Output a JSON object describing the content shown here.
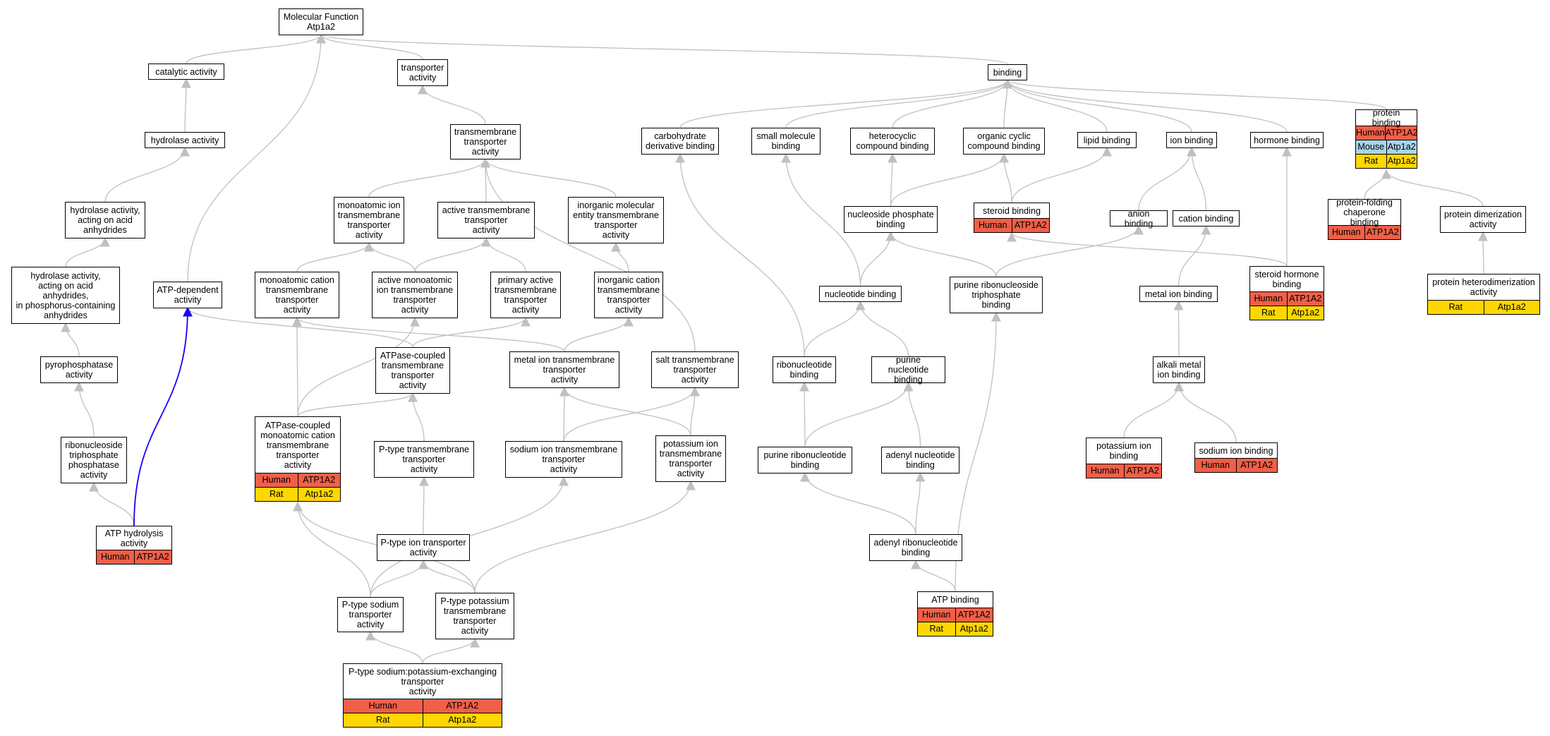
{
  "colors": {
    "edge": "#c0c0c0",
    "highlight_edge": "#1400ff",
    "human": "#f15f48",
    "mouse": "#a7d5ea",
    "rat": "#ffd700"
  },
  "nodes": {
    "mf": {
      "label": "Molecular Function\nAtp1a2"
    },
    "cat": {
      "label": "catalytic activity"
    },
    "tra": {
      "label": "transporter\nactivity"
    },
    "bin": {
      "label": "binding"
    },
    "hyd": {
      "label": "hydrolase activity"
    },
    "tmt": {
      "label": "transmembrane\ntransporter\nactivity"
    },
    "cdb": {
      "label": "carbohydrate\nderivative binding"
    },
    "smb": {
      "label": "small molecule\nbinding"
    },
    "hcb": {
      "label": "heterocyclic\ncompound binding"
    },
    "ocb": {
      "label": "organic cyclic\ncompound binding"
    },
    "lib": {
      "label": "lipid binding"
    },
    "ionb": {
      "label": "ion binding"
    },
    "horb": {
      "label": "hormone binding"
    },
    "prb": {
      "label": "protein binding",
      "rows": [
        {
          "sp": "Human",
          "gene": "ATP1A2"
        },
        {
          "sp": "Mouse",
          "gene": "Atp1a2"
        },
        {
          "sp": "Rat",
          "gene": "Atp1a2"
        }
      ]
    },
    "haa": {
      "label": "hydrolase activity,\nacting on acid\nanhydrides"
    },
    "mitt": {
      "label": "monoatomic ion\ntransmembrane\ntransporter\nactivity"
    },
    "att": {
      "label": "active transmembrane\ntransporter\nactivity"
    },
    "imett": {
      "label": "inorganic molecular\nentity transmembrane\ntransporter\nactivity"
    },
    "npb": {
      "label": "nucleoside phosphate\nbinding"
    },
    "stb": {
      "label": "steroid binding",
      "rows": [
        {
          "sp": "Human",
          "gene": "ATP1A2"
        }
      ]
    },
    "anb": {
      "label": "anion binding"
    },
    "cab": {
      "label": "cation binding"
    },
    "pfcb": {
      "label": "protein-folding\nchaperone binding",
      "rows": [
        {
          "sp": "Human",
          "gene": "ATP1A2"
        }
      ]
    },
    "pda": {
      "label": "protein dimerization\nactivity"
    },
    "haap": {
      "label": "hydrolase activity,\nacting on acid\nanhydrides,\nin phosphorus-containing\nanhydrides"
    },
    "atpd": {
      "label": "ATP-dependent\nactivity"
    },
    "mctt": {
      "label": "monoatomic cation\ntransmembrane\ntransporter\nactivity"
    },
    "amitt": {
      "label": "active monoatomic\nion transmembrane\ntransporter\nactivity"
    },
    "patt": {
      "label": "primary active\ntransmembrane\ntransporter\nactivity"
    },
    "ictt": {
      "label": "inorganic cation\ntransmembrane\ntransporter\nactivity"
    },
    "nub": {
      "label": "nucleotide binding"
    },
    "prtb": {
      "label": "purine ribonucleoside\ntriphosphate\nbinding"
    },
    "shb": {
      "label": "steroid hormone\nbinding",
      "rows": [
        {
          "sp": "Human",
          "gene": "ATP1A2"
        },
        {
          "sp": "Rat",
          "gene": "Atp1a2"
        }
      ]
    },
    "mib": {
      "label": "metal ion binding"
    },
    "phda": {
      "label": "protein heterodimerization\nactivity",
      "rows": [
        {
          "sp": "Rat",
          "gene": "Atp1a2"
        }
      ]
    },
    "ppa": {
      "label": "pyrophosphatase\nactivity"
    },
    "acmc": {
      "label": "ATPase-coupled\ntransmembrane\ntransporter\nactivity"
    },
    "mitt2": {
      "label": "metal ion transmembrane\ntransporter\nactivity"
    },
    "salt": {
      "label": "salt transmembrane\ntransporter\nactivity"
    },
    "rib": {
      "label": "ribonucleotide\nbinding"
    },
    "pnb": {
      "label": "purine nucleotide\nbinding"
    },
    "amb": {
      "label": "alkali metal\nion binding"
    },
    "rtpa": {
      "label": "ribonucleoside\ntriphosphate\nphosphatase\nactivity"
    },
    "acmct": {
      "label": "ATPase-coupled\nmonoatomic cation\ntransmembrane\ntransporter\nactivity",
      "rows": [
        {
          "sp": "Human",
          "gene": "ATP1A2"
        },
        {
          "sp": "Rat",
          "gene": "Atp1a2"
        }
      ]
    },
    "ptt": {
      "label": "P-type transmembrane\ntransporter\nactivity"
    },
    "sitt": {
      "label": "sodium ion transmembrane\ntransporter\nactivity"
    },
    "pitt": {
      "label": "potassium ion\ntransmembrane\ntransporter\nactivity"
    },
    "prnb": {
      "label": "purine ribonucleotide\nbinding"
    },
    "anub": {
      "label": "adenyl nucleotide\nbinding"
    },
    "pkb": {
      "label": "potassium ion\nbinding",
      "rows": [
        {
          "sp": "Human",
          "gene": "ATP1A2"
        }
      ]
    },
    "nab": {
      "label": "sodium ion binding",
      "rows": [
        {
          "sp": "Human",
          "gene": "ATP1A2"
        }
      ]
    },
    "atph": {
      "label": "ATP hydrolysis\nactivity",
      "rows": [
        {
          "sp": "Human",
          "gene": "ATP1A2"
        }
      ]
    },
    "pita": {
      "label": "P-type ion transporter\nactivity"
    },
    "arnb": {
      "label": "adenyl ribonucleotide\nbinding"
    },
    "psta": {
      "label": "P-type sodium\ntransporter\nactivity"
    },
    "pptt": {
      "label": "P-type potassium\ntransmembrane\ntransporter\nactivity"
    },
    "atpb": {
      "label": "ATP binding",
      "rows": [
        {
          "sp": "Human",
          "gene": "ATP1A2"
        },
        {
          "sp": "Rat",
          "gene": "Atp1a2"
        }
      ]
    },
    "pspe": {
      "label": "P-type sodium:potassium-exchanging\ntransporter\nactivity",
      "rows": [
        {
          "sp": "Human",
          "gene": "ATP1A2"
        },
        {
          "sp": "Rat",
          "gene": "Atp1a2"
        }
      ]
    }
  },
  "edges": [
    [
      "cat",
      "mf"
    ],
    [
      "tra",
      "mf"
    ],
    [
      "bin",
      "mf"
    ],
    [
      "atpd",
      "mf"
    ],
    [
      "hyd",
      "cat"
    ],
    [
      "haa",
      "hyd"
    ],
    [
      "haap",
      "haa"
    ],
    [
      "ppa",
      "haap"
    ],
    [
      "rtpa",
      "ppa"
    ],
    [
      "atph",
      "rtpa"
    ],
    [
      "tmt",
      "tra"
    ],
    [
      "mitt",
      "tmt"
    ],
    [
      "att",
      "tmt"
    ],
    [
      "imett",
      "tmt"
    ],
    [
      "salt",
      "tmt"
    ],
    [
      "mctt",
      "mitt"
    ],
    [
      "amitt",
      "mitt"
    ],
    [
      "amitt",
      "att"
    ],
    [
      "patt",
      "att"
    ],
    [
      "ictt",
      "imett"
    ],
    [
      "acmc",
      "atpd"
    ],
    [
      "acmc",
      "patt"
    ],
    [
      "mitt2",
      "mctt"
    ],
    [
      "mitt2",
      "ictt"
    ],
    [
      "acmct",
      "mctt"
    ],
    [
      "acmct",
      "amitt"
    ],
    [
      "acmct",
      "acmc"
    ],
    [
      "ptt",
      "acmc"
    ],
    [
      "pita",
      "ptt"
    ],
    [
      "sitt",
      "mitt2"
    ],
    [
      "sitt",
      "salt"
    ],
    [
      "pitt",
      "mitt2"
    ],
    [
      "pitt",
      "salt"
    ],
    [
      "psta",
      "pita"
    ],
    [
      "psta",
      "acmct"
    ],
    [
      "psta",
      "sitt"
    ],
    [
      "pptt",
      "pita"
    ],
    [
      "pptt",
      "acmct"
    ],
    [
      "pptt",
      "pitt"
    ],
    [
      "pspe",
      "psta"
    ],
    [
      "pspe",
      "pptt"
    ],
    [
      "cdb",
      "bin"
    ],
    [
      "smb",
      "bin"
    ],
    [
      "hcb",
      "bin"
    ],
    [
      "ocb",
      "bin"
    ],
    [
      "lib",
      "bin"
    ],
    [
      "ionb",
      "bin"
    ],
    [
      "horb",
      "bin"
    ],
    [
      "prb",
      "bin"
    ],
    [
      "npb",
      "hcb"
    ],
    [
      "npb",
      "ocb"
    ],
    [
      "stb",
      "ocb"
    ],
    [
      "stb",
      "lib"
    ],
    [
      "anb",
      "ionb"
    ],
    [
      "cab",
      "ionb"
    ],
    [
      "pfcb",
      "prb"
    ],
    [
      "pda",
      "prb"
    ],
    [
      "shb",
      "horb"
    ],
    [
      "shb",
      "stb"
    ],
    [
      "phda",
      "pda"
    ],
    [
      "nub",
      "smb"
    ],
    [
      "nub",
      "npb"
    ],
    [
      "prtb",
      "npb"
    ],
    [
      "prtb",
      "anb"
    ],
    [
      "mib",
      "cab"
    ],
    [
      "amb",
      "mib"
    ],
    [
      "rib",
      "cdb"
    ],
    [
      "rib",
      "nub"
    ],
    [
      "pnb",
      "nub"
    ],
    [
      "prnb",
      "rib"
    ],
    [
      "prnb",
      "pnb"
    ],
    [
      "anub",
      "pnb"
    ],
    [
      "arnb",
      "prnb"
    ],
    [
      "arnb",
      "anub"
    ],
    [
      "atpb",
      "arnb"
    ],
    [
      "atpb",
      "prtb"
    ],
    [
      "pkb",
      "amb"
    ],
    [
      "nab",
      "amb"
    ]
  ],
  "highlight_edge": [
    "atph",
    "atpd"
  ]
}
